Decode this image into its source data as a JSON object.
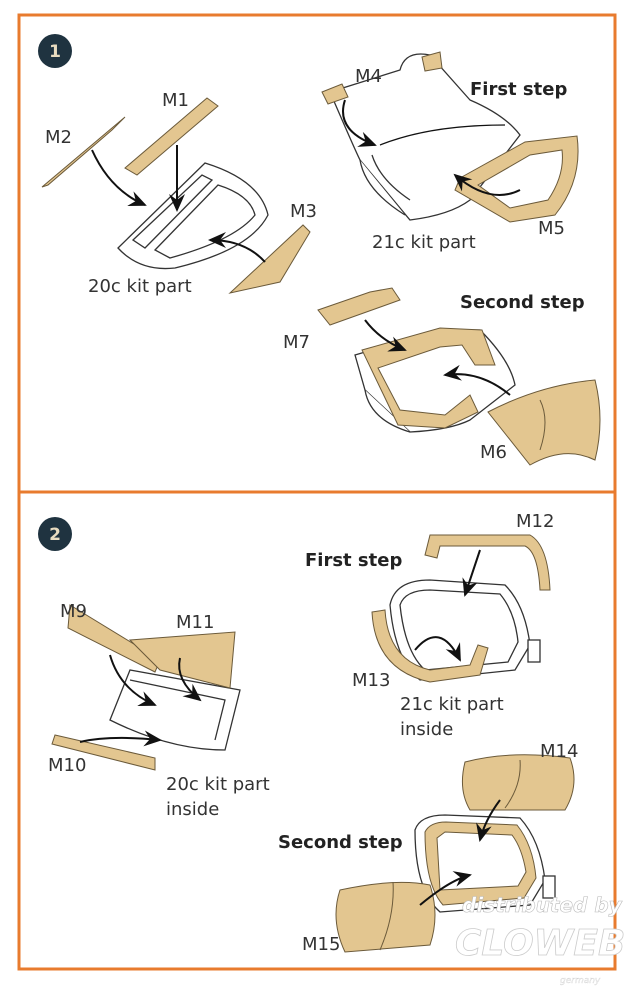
{
  "colors": {
    "frame": "#e87b2e",
    "mask": "#e3c690",
    "badge": "#1f3340"
  },
  "panel1": {
    "number": "1",
    "labels": {
      "m1": "M1",
      "m2": "M2",
      "m3": "M3",
      "m4": "M4",
      "m5": "M5",
      "m6": "M6",
      "m7": "M7"
    },
    "part_a": "20c kit part",
    "part_b": "21c kit part",
    "first_step": "First step",
    "second_step": "Second step"
  },
  "panel2": {
    "number": "2",
    "labels": {
      "m9": "M9",
      "m10": "M10",
      "m11": "M11",
      "m12": "M12",
      "m13": "M13",
      "m14": "M14",
      "m15": "M15"
    },
    "part_a_line1": "20c kit part",
    "part_a_line2": "inside",
    "part_b_line1": "21c kit part",
    "part_b_line2": "inside",
    "first_step": "First step",
    "second_step": "Second step"
  },
  "watermark": {
    "line1": "distributed by",
    "line2": "CLOWEB",
    "line3": "germany"
  }
}
